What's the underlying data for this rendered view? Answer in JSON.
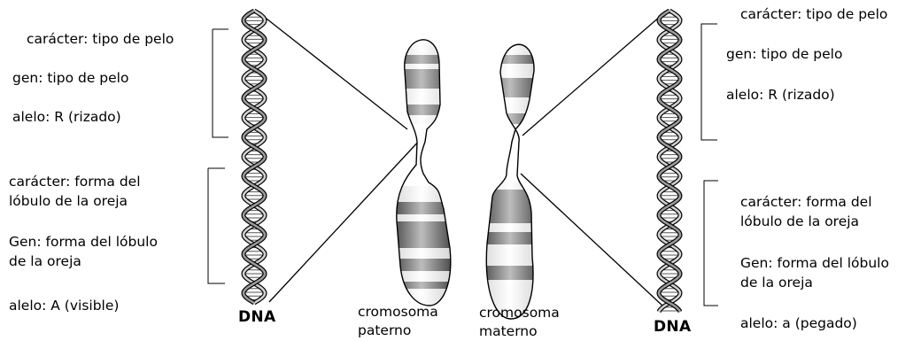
{
  "left": {
    "group1": {
      "character": "carácter: tipo de pelo",
      "gene": "gen: tipo de pelo",
      "allele": "alelo: R (rizado)"
    },
    "group2": {
      "character_line1": "carácter: forma del",
      "character_line2": "lóbulo de la oreja",
      "gene_line1": "Gen: forma del lóbulo",
      "gene_line2": "de la oreja",
      "allele": "alelo: A (visible)"
    },
    "dna_label": "DNA"
  },
  "right": {
    "group1": {
      "character": "carácter: tipo de pelo",
      "gene": "gen: tipo de pelo",
      "allele": "alelo: R (rizado)"
    },
    "group2": {
      "character_line1": "carácter: forma del",
      "character_line2": "lóbulo de la oreja",
      "gene_line1": "Gen: forma del lóbulo",
      "gene_line2": "de la oreja",
      "allele": "alelo: a (pegado)"
    },
    "dna_label": "DNA"
  },
  "chromosomes": {
    "paternal_line1": "cromosoma",
    "paternal_line2": "paterno",
    "maternal_line1": "cromosoma",
    "maternal_line2": "materno"
  }
}
